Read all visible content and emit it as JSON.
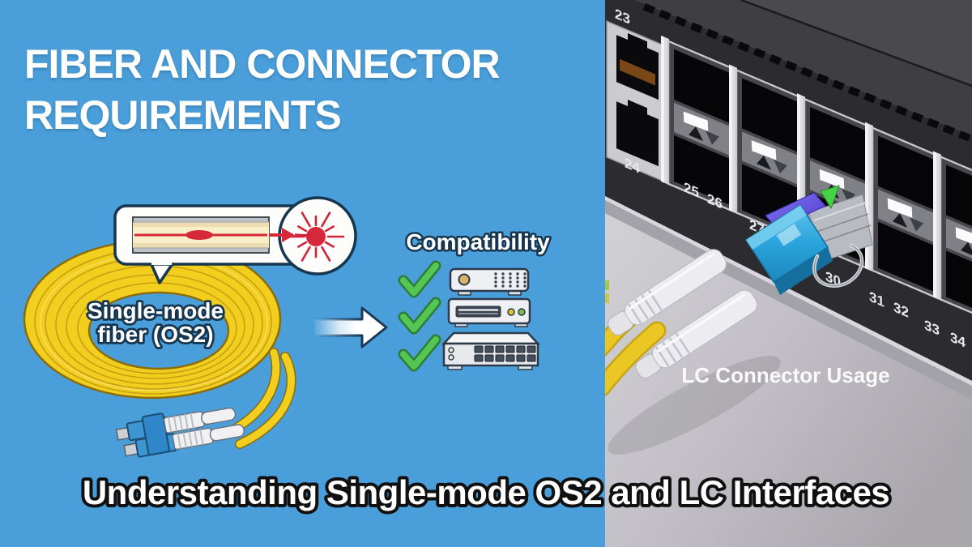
{
  "header": {
    "title_line1": "FIBER AND CONNECTOR",
    "title_line2": "REQUIREMENTS"
  },
  "fiber": {
    "label_line1": "Single-mode",
    "label_line2": "fiber (OS2)",
    "callout_icon": "fiber-core-laser-diagram",
    "laser_icon": "laser-burst-icon"
  },
  "compatibility": {
    "heading": "Compatibility",
    "items": [
      {
        "icon": "media-converter-icon",
        "status": "check"
      },
      {
        "icon": "media-player-icon",
        "status": "check"
      },
      {
        "icon": "network-switch-icon",
        "status": "check"
      }
    ]
  },
  "photo": {
    "caption": "LC Connector Usage",
    "port_labels": [
      "23",
      "24",
      "25",
      "26",
      "27",
      "30",
      "31",
      "32",
      "33",
      "34"
    ],
    "objects": [
      "switch-faceplate",
      "sfp-transceiver",
      "lc-duplex-connector"
    ]
  },
  "footer": {
    "caption": "Understanding Single-mode OS2 and LC Interfaces"
  },
  "colors": {
    "background_blue": "#4A9ED9",
    "coil_yellow": "#F2CE1E",
    "check_green": "#54C654",
    "laser_red": "#D5293B",
    "connector_blue": "#2BA3DC",
    "photo_floor_gray": "#C4C3C8",
    "outline_navy": "#16354E"
  }
}
